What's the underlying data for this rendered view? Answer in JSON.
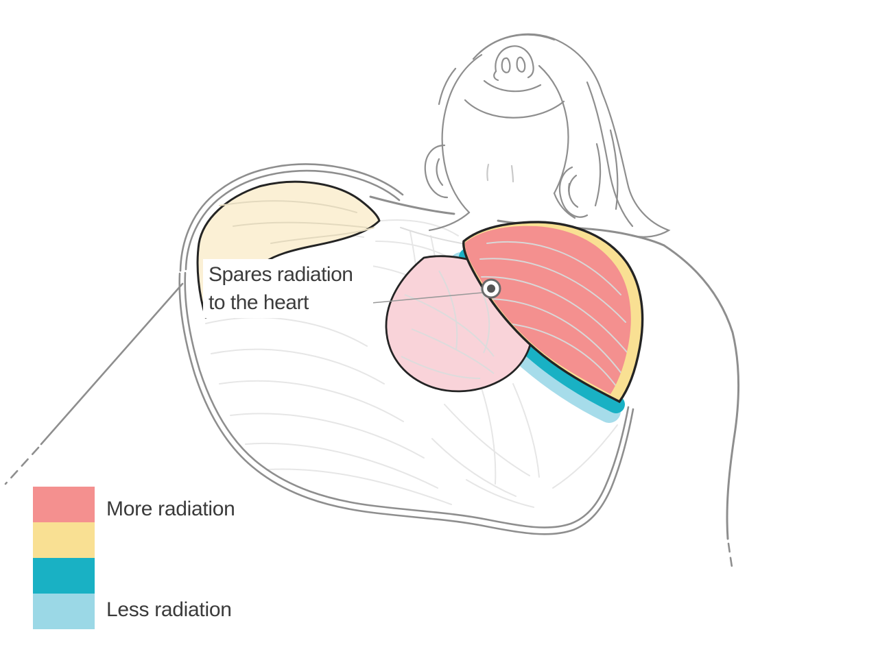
{
  "figure": {
    "annotation": {
      "line1": "Spares radiation",
      "line2": "to the heart"
    },
    "legend": {
      "items": [
        {
          "label": "More radiation",
          "color": "#F4908F"
        },
        {
          "label": "",
          "color": "#F9E093"
        },
        {
          "label": "",
          "color": "#19B1C4"
        },
        {
          "label": "Less radiation",
          "color": "#9BD8E6"
        }
      ]
    },
    "colors": {
      "more_radiation": "#F4908F",
      "mid_high": "#F9E093",
      "mid_low": "#19B1C4",
      "less_radiation": "#A6DCEA",
      "untreated_breast": "#FBF0D5",
      "heart": "#F9D3D9",
      "outline": "#8E8E8E",
      "region_outline": "#242424"
    }
  }
}
